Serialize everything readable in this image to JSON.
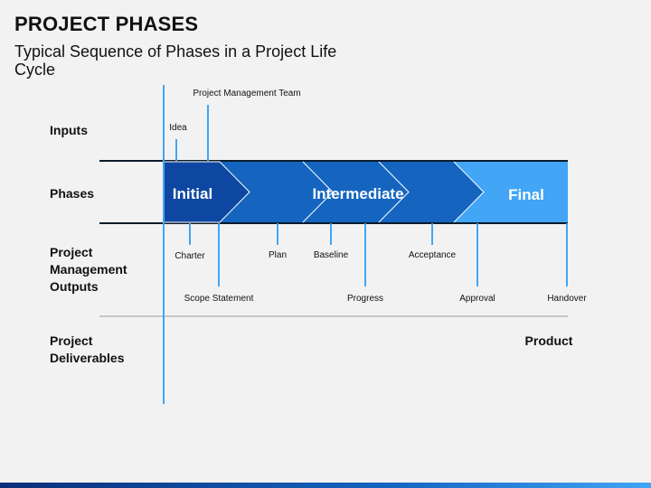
{
  "header": {
    "title": "PROJECT PHASES",
    "subtitle": "Typical Sequence of Phases in a Project Life Cycle"
  },
  "rows": {
    "inputs": "Inputs",
    "phases": "Phases",
    "outputs": "Project Management Outputs",
    "deliverables": "Project Deliverables"
  },
  "phases": [
    {
      "label": "Initial"
    },
    {
      "label": "Intermediate"
    },
    {
      "label": "Final"
    }
  ],
  "inputs": {
    "idea": "Idea",
    "team": "Project Management Team"
  },
  "outputs": {
    "charter": "Charter",
    "scope": "Scope Statement",
    "plan": "Plan",
    "baseline": "Baseline",
    "progress": "Progress",
    "acceptance": "Acceptance",
    "approval": "Approval",
    "handover": "Handover"
  },
  "deliverables": {
    "product": "Product"
  },
  "colors": {
    "initial": "#0d47a1",
    "intermediate": "#1565c0",
    "final": "#42a5f5",
    "connector": "#42a5f5",
    "rule": "#0d1b2a"
  }
}
